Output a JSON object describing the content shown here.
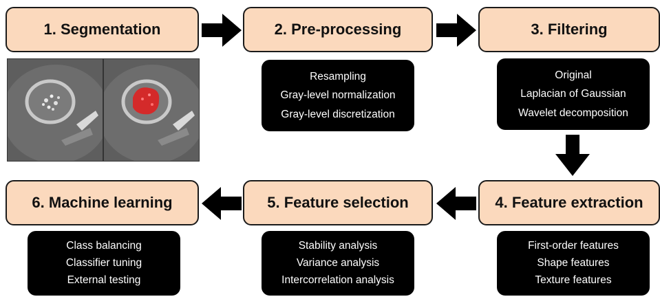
{
  "steps": [
    {
      "title": "1. Segmentation"
    },
    {
      "title": "2. Pre-processing",
      "items": [
        "Resampling",
        "Gray-level normalization",
        "Gray-level discretization"
      ]
    },
    {
      "title": "3. Filtering",
      "items": [
        "Original",
        "Laplacian of Gaussian",
        "Wavelet decomposition"
      ]
    },
    {
      "title": "4. Feature extraction",
      "items": [
        "First-order features",
        "Shape features",
        "Texture features"
      ]
    },
    {
      "title": "5. Feature selection",
      "items": [
        "Stability analysis",
        "Variance analysis",
        "Intercorrelation analysis"
      ]
    },
    {
      "title": "6. Machine learning",
      "items": [
        "Class balancing",
        "Classifier tuning",
        "External testing"
      ]
    }
  ],
  "colors": {
    "step_fill": "#fbd9bd",
    "panel_fill": "#000000",
    "segmentation_overlay": "#d42a2a"
  },
  "images": [
    "ct-scan-slice",
    "ct-scan-slice-segmented"
  ]
}
